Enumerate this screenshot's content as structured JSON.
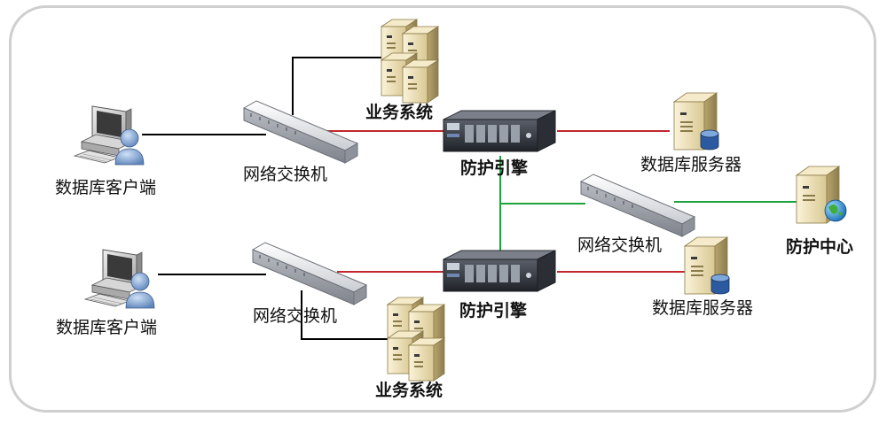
{
  "labels": {
    "client_top": "数据库客户端",
    "switch_top": "网络交换机",
    "biz_top": "业务系统",
    "engine_top": "防护引擎",
    "db_server_top": "数据库服务器",
    "switch_mid": "网络交换机",
    "center": "防护中心",
    "client_bottom": "数据库客户端",
    "switch_bottom": "网络交换机",
    "engine_bottom": "防护引擎",
    "db_server_bottom": "数据库服务器",
    "biz_bottom": "业务系统"
  },
  "colors": {
    "link_black": "#000000",
    "link_red": "#c0282d",
    "link_green": "#1fa33f",
    "frame": "#cfcfcf"
  }
}
